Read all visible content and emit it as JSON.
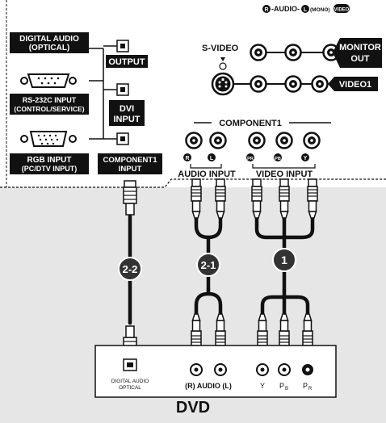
{
  "tv_panel": {
    "digital_audio": [
      "DIGITAL AUDIO",
      "(OPTICAL)"
    ],
    "output": "OUTPUT",
    "rs232": [
      "RS-232C INPUT",
      "(CONTROL/SERVICE)"
    ],
    "dvi": [
      "DVI",
      "INPUT"
    ],
    "rgb": [
      "RGB INPUT",
      "(PC/DTV INPUT)"
    ],
    "component1_input": [
      "COMPONENT1",
      "INPUT"
    ],
    "audio_header": {
      "r": "R",
      "middle": "-AUDIO-",
      "l": "L",
      "mono": "(MONO)",
      "video": "VIDEO"
    },
    "s_video": "S-VIDEO",
    "monitor_out": [
      "MONITOR",
      "OUT"
    ],
    "video1": "VIDEO1",
    "component1": "COMPONENT1",
    "jack_letters": [
      "R",
      "L",
      "PR",
      "PB",
      "Y"
    ],
    "audio_input": "AUDIO INPUT",
    "video_input": "VIDEO INPUT"
  },
  "cables": {
    "c1": "1",
    "c2_1": "2-1",
    "c2_2": "2-2"
  },
  "dvd": {
    "title": "DVD",
    "digital_audio_optical": [
      "DIGITAL AUDIO",
      "OPTICAL"
    ],
    "audio": "(R) AUDIO (L)",
    "y": "Y",
    "pb": "P",
    "pb_sub": "B",
    "pr": "P",
    "pr_sub": "R"
  },
  "colors": {
    "background": "#e6e6e6",
    "ink": "#111111",
    "panel": "#ffffff"
  }
}
